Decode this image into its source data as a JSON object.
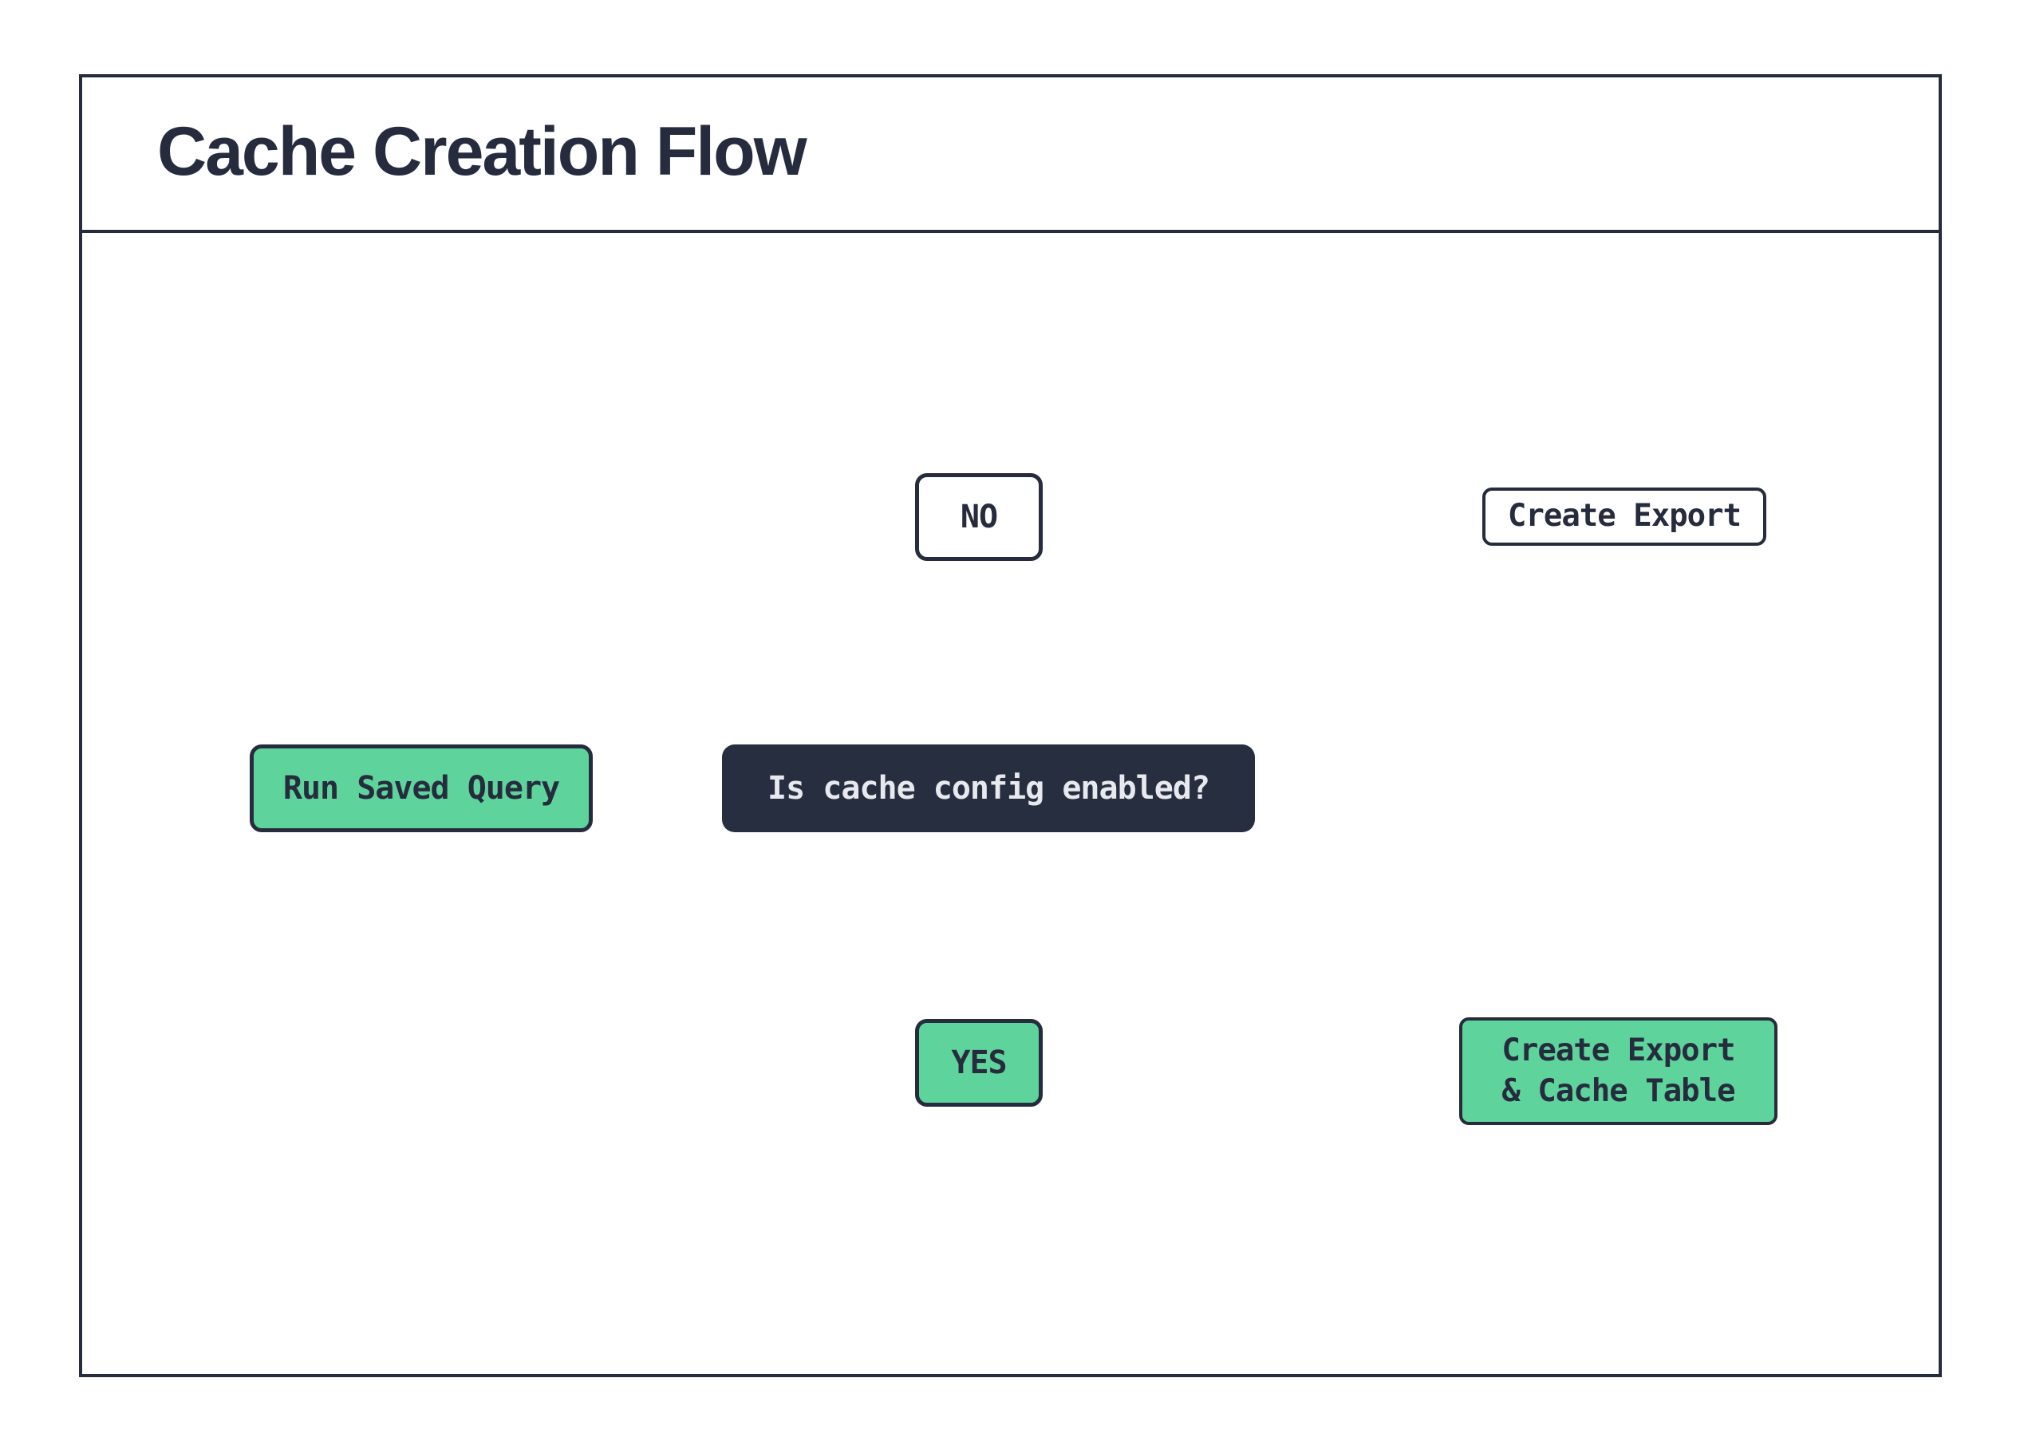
{
  "header": {
    "title": "Cache Creation Flow"
  },
  "flow": {
    "run_saved_query": {
      "label": "Run Saved Query"
    },
    "decision": {
      "label": "Is cache config enabled?"
    },
    "branch_no": {
      "label": "NO"
    },
    "branch_yes": {
      "label": "YES"
    },
    "db_no_action": {
      "label": "Create Export"
    },
    "db_yes_action": {
      "label": "Create Export\n& Cache Table"
    }
  },
  "icons": {
    "top_database": "database-cylinder",
    "bottom_database": "database-cylinder"
  },
  "colors": {
    "background": "#ffffff",
    "ink": "#262c3d",
    "accent_green": "#5ed49c",
    "decision_fill": "#272e3f",
    "decision_text": "#e7e9ee"
  }
}
